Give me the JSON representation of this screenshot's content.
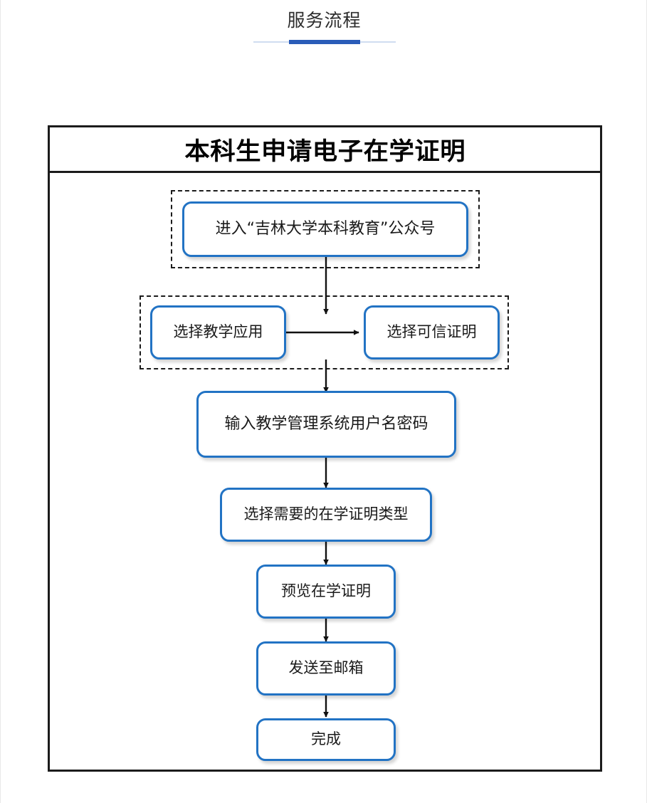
{
  "page": {
    "header_title": "服务流程",
    "accent_light": "#cfdcf0",
    "accent_dark": "#2a5cb8",
    "frame_border_color": "#1b1b1b",
    "node_border_color": "#2273c4"
  },
  "flowchart": {
    "title": "本科生申请电子在学证明",
    "nodes": [
      {
        "id": "n1",
        "label": "进入“吉林大学本科教育”公众号"
      },
      {
        "id": "n2",
        "label": "选择教学应用"
      },
      {
        "id": "n3",
        "label": "选择可信证明"
      },
      {
        "id": "n4",
        "label": "输入教学管理系统用户名密码"
      },
      {
        "id": "n5",
        "label": "选择需要的在学证明类型"
      },
      {
        "id": "n6",
        "label": "预览在学证明"
      },
      {
        "id": "n7",
        "label": "发送至邮箱"
      },
      {
        "id": "n8",
        "label": "完成"
      }
    ],
    "groups": [
      {
        "id": "g1",
        "contains": [
          "n1"
        ]
      },
      {
        "id": "g2",
        "contains": [
          "n2",
          "n3"
        ]
      }
    ],
    "edges": [
      {
        "from": "n1",
        "to": "n2",
        "direction": "down"
      },
      {
        "from": "n2",
        "to": "n3",
        "direction": "right"
      },
      {
        "from": "n3",
        "to": "n4",
        "direction": "down"
      },
      {
        "from": "n4",
        "to": "n5",
        "direction": "down"
      },
      {
        "from": "n5",
        "to": "n6",
        "direction": "down"
      },
      {
        "from": "n6",
        "to": "n7",
        "direction": "down"
      },
      {
        "from": "n7",
        "to": "n8",
        "direction": "down"
      }
    ]
  }
}
